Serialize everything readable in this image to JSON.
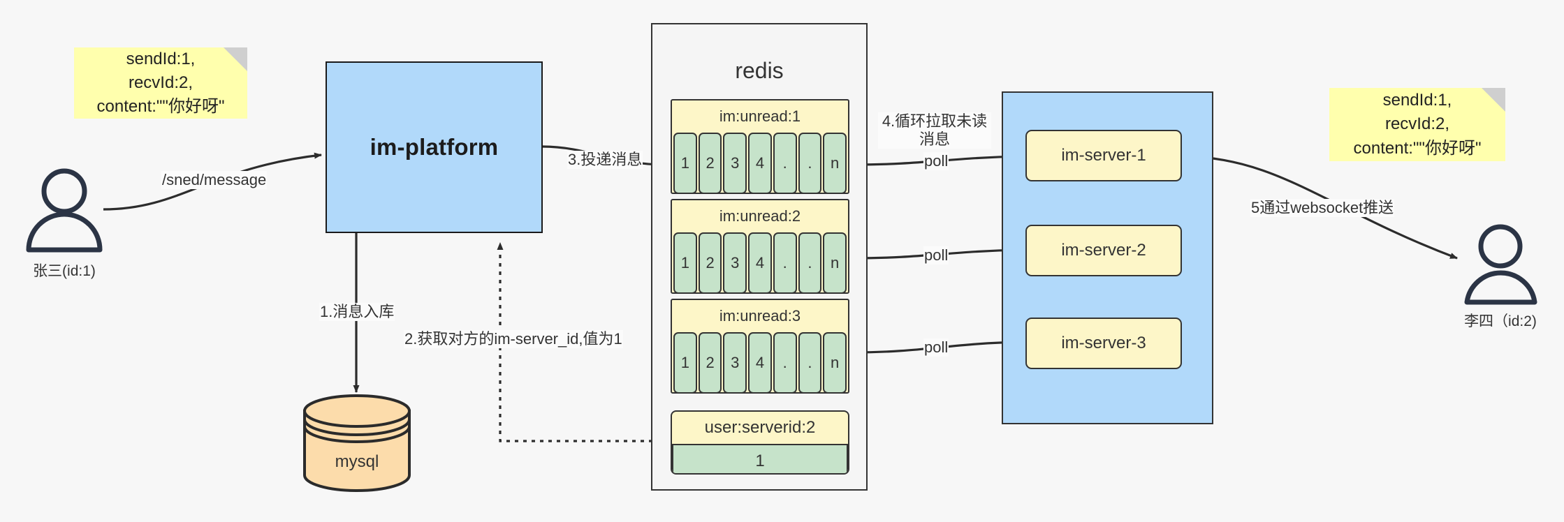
{
  "diagram": {
    "title": "IM message delivery architecture",
    "colors": {
      "note_yellow": "#ffffad",
      "process_blue": "#b1d9fa",
      "list_key_yellow": "#fdf6c8",
      "cell_green": "#c6e3ca",
      "db_orange": "#fcdcab",
      "container_gray": "#f5f5f5",
      "stroke": "#333333",
      "background": "#f7f7f7"
    }
  },
  "notes": {
    "left": "sendId:1,\nrecvId:2,\ncontent:\"\"你好呀\"",
    "right": "sendId:1,\nrecvId:2,\ncontent:\"\"你好呀\""
  },
  "actors": {
    "sender": {
      "label": "张三(id:1)",
      "icon": "user-icon"
    },
    "receiver": {
      "label": "李四（id:2)",
      "icon": "user-icon"
    }
  },
  "platform": {
    "label": "im-platform"
  },
  "database": {
    "label": "mysql",
    "icon": "database-cylinder-icon"
  },
  "redis": {
    "title": "redis",
    "lists": [
      {
        "key": "im:unread:1",
        "cells": [
          "1",
          "2",
          "3",
          "4",
          ".",
          ".",
          "n"
        ]
      },
      {
        "key": "im:unread:2",
        "cells": [
          "1",
          "2",
          "3",
          "4",
          ".",
          ".",
          "n"
        ]
      },
      {
        "key": "im:unread:3",
        "cells": [
          "1",
          "2",
          "3",
          "4",
          ".",
          ".",
          "n"
        ]
      }
    ],
    "kv": {
      "key": "user:serverid:2",
      "value": "1"
    }
  },
  "cluster": {
    "servers": [
      {
        "label": "im-server-1"
      },
      {
        "label": "im-server-2"
      },
      {
        "label": "im-server-3"
      }
    ]
  },
  "edges": {
    "send_message": "/sned/message",
    "step1": "1.消息入库",
    "step2": "2.获取对方的im-server_id,值为1",
    "step3": "3.投递消息",
    "step4": "4.循环拉取未读消息",
    "poll1": "poll",
    "poll2": "poll",
    "poll3": "poll",
    "step5": "5通过websocket推送"
  }
}
